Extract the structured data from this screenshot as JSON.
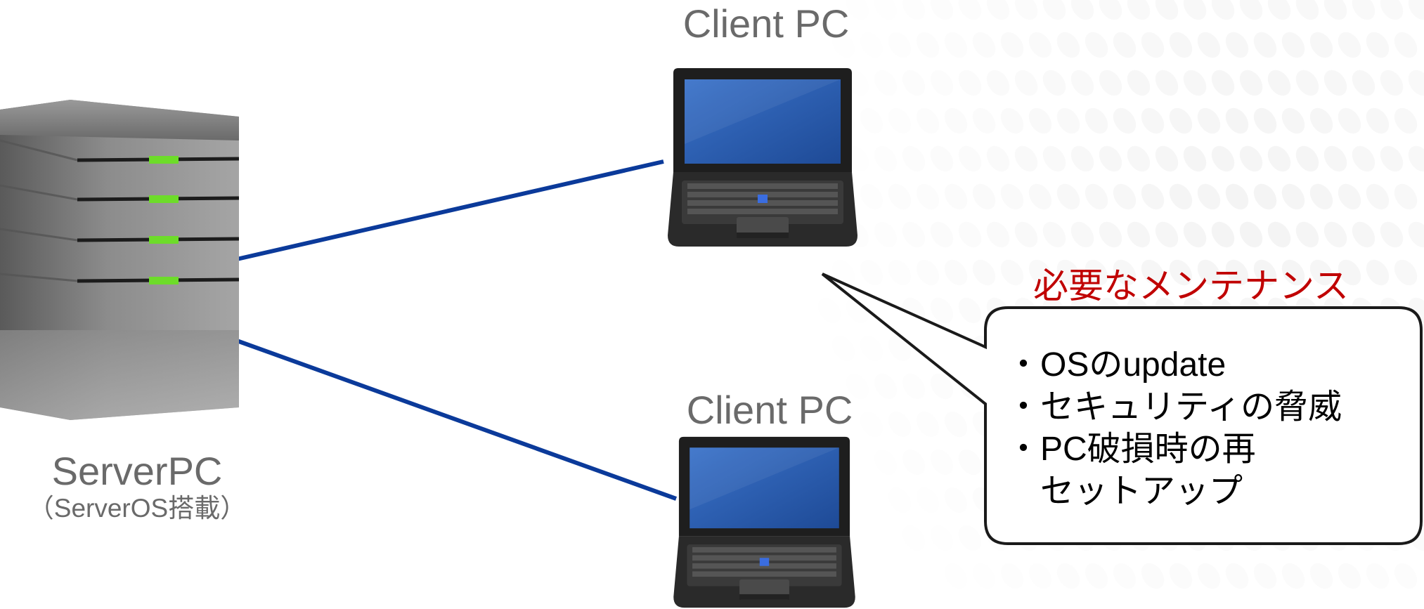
{
  "server": {
    "label": "ServerPC",
    "sublabel": "（ServerOS搭載）"
  },
  "clients": [
    {
      "label": "Client PC"
    },
    {
      "label": "Client PC"
    }
  ],
  "maintenance": {
    "title": "必要なメンテナンス",
    "items": [
      "・OSのupdate",
      "・セキュリティの脅威",
      "・PC破損時の再",
      "　セットアップ"
    ]
  },
  "icons": [
    "server-tower-icon",
    "laptop-icon",
    "laptop-icon"
  ],
  "colors": {
    "connection_line": "#0b3a9a",
    "title_red": "#c00000",
    "label_gray": "#6a6a6a",
    "server_led": "#6ddc2a",
    "laptop_screen": "#2e63b8"
  }
}
